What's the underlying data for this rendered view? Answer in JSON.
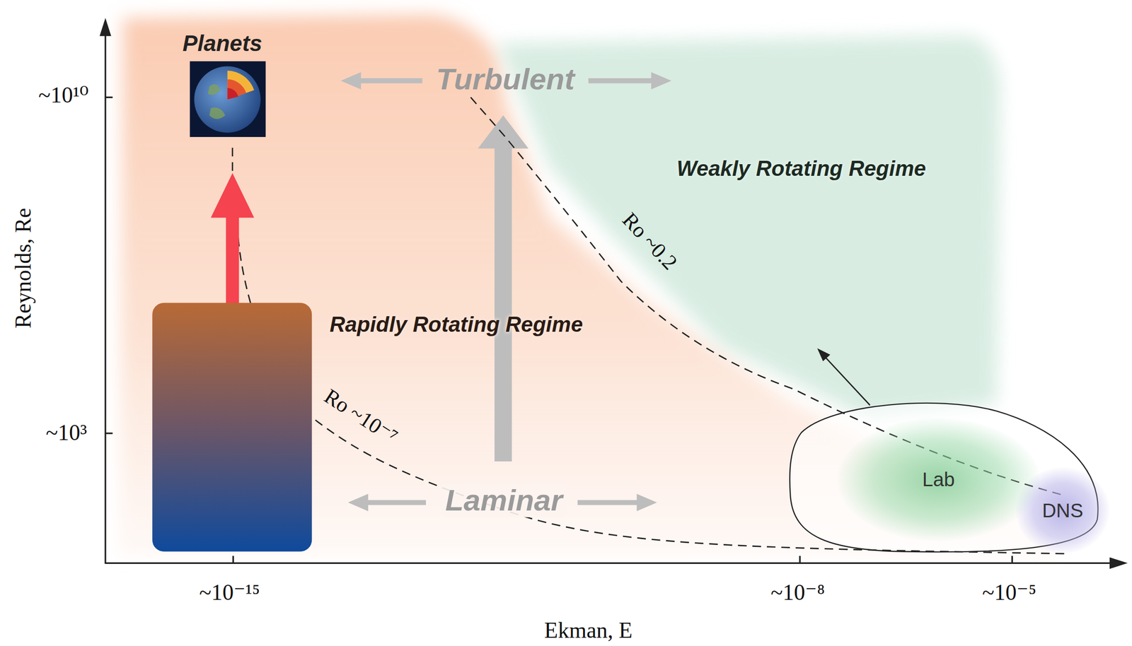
{
  "diagram": {
    "nodes": [
      {
        "text": [
          "Lab"
        ]
      },
      {
        "text": [
          "DNS"
        ]
      }
    ],
    "labels": [
      "Planets",
      "Turbulent",
      "Weakly Rotating Regime",
      "Rapidly Rotating Regime",
      "Ro ~0.2",
      "Ro ~10⁻⁷",
      "Laminar",
      "~10¹⁰",
      "~10³",
      "~10⁻¹⁵",
      "~10⁻⁸",
      "~10⁻⁵",
      "Reynolds, Re",
      "Ekman, E"
    ]
  }
}
